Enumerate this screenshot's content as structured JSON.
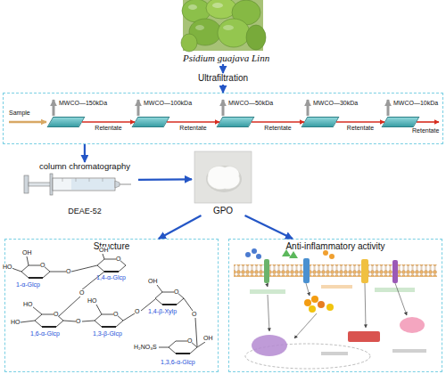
{
  "diagram": {
    "nodes": [
      {
        "text": [
          "Psidium guajava Linn"
        ]
      },
      {
        "text": [
          "Ultrafiltration"
        ]
      },
      {
        "text": [
          "Sample",
          "Retentate"
        ]
      },
      {
        "text": [
          "MWCO—150kDa"
        ],
        "in": 2
      },
      {
        "text": [
          "MWCO—100kDa"
        ],
        "in": 2
      },
      {
        "text": [
          "MWCO—50kDa"
        ],
        "in": 2
      },
      {
        "text": [
          "MWCO—30kDa"
        ],
        "in": 2
      },
      {
        "text": [
          "MWCO—10kDa"
        ],
        "in": 2
      },
      {
        "text": [
          "column chromatography",
          "DEAE-52"
        ]
      },
      {
        "text": [
          "GPO"
        ]
      },
      {
        "text": [
          "Structure"
        ]
      },
      {
        "text": [
          "Anti-inflammatory activity"
        ]
      }
    ],
    "edges": [
      {
        "from": 0,
        "to": 1,
        "arrow": "to"
      },
      {
        "from": 1,
        "to": 2,
        "arrow": "to"
      },
      {
        "from": 3,
        "to": 4,
        "label": "Retentate",
        "arrow": "to"
      },
      {
        "from": 4,
        "to": 5,
        "label": "Retentate",
        "arrow": "to"
      },
      {
        "from": 5,
        "to": 6,
        "label": "Retentate",
        "arrow": "to"
      },
      {
        "from": 6,
        "to": 7,
        "label": "Retentate",
        "arrow": "to"
      },
      {
        "from": 2,
        "to": 8,
        "arrow": "to"
      },
      {
        "from": 8,
        "to": 9,
        "arrow": "to"
      },
      {
        "from": 9,
        "to": 10,
        "arrow": "to"
      },
      {
        "from": 9,
        "to": 11,
        "arrow": "to"
      }
    ],
    "labels": [
      "OH",
      "HO",
      "O",
      "1-α-Glcp",
      "O",
      "OH",
      "O",
      "1,4-α-Glcp",
      "O",
      "HO",
      "O",
      "HO",
      "1,6-α-Glcp",
      "O",
      "HO",
      "O",
      "1,3-β-Glcp",
      "O",
      "OH",
      "O",
      "1,4-β-Xylp",
      "O",
      "O",
      "H₂NO₃S",
      "OH",
      "1,3,6-α-Glcp"
    ]
  }
}
